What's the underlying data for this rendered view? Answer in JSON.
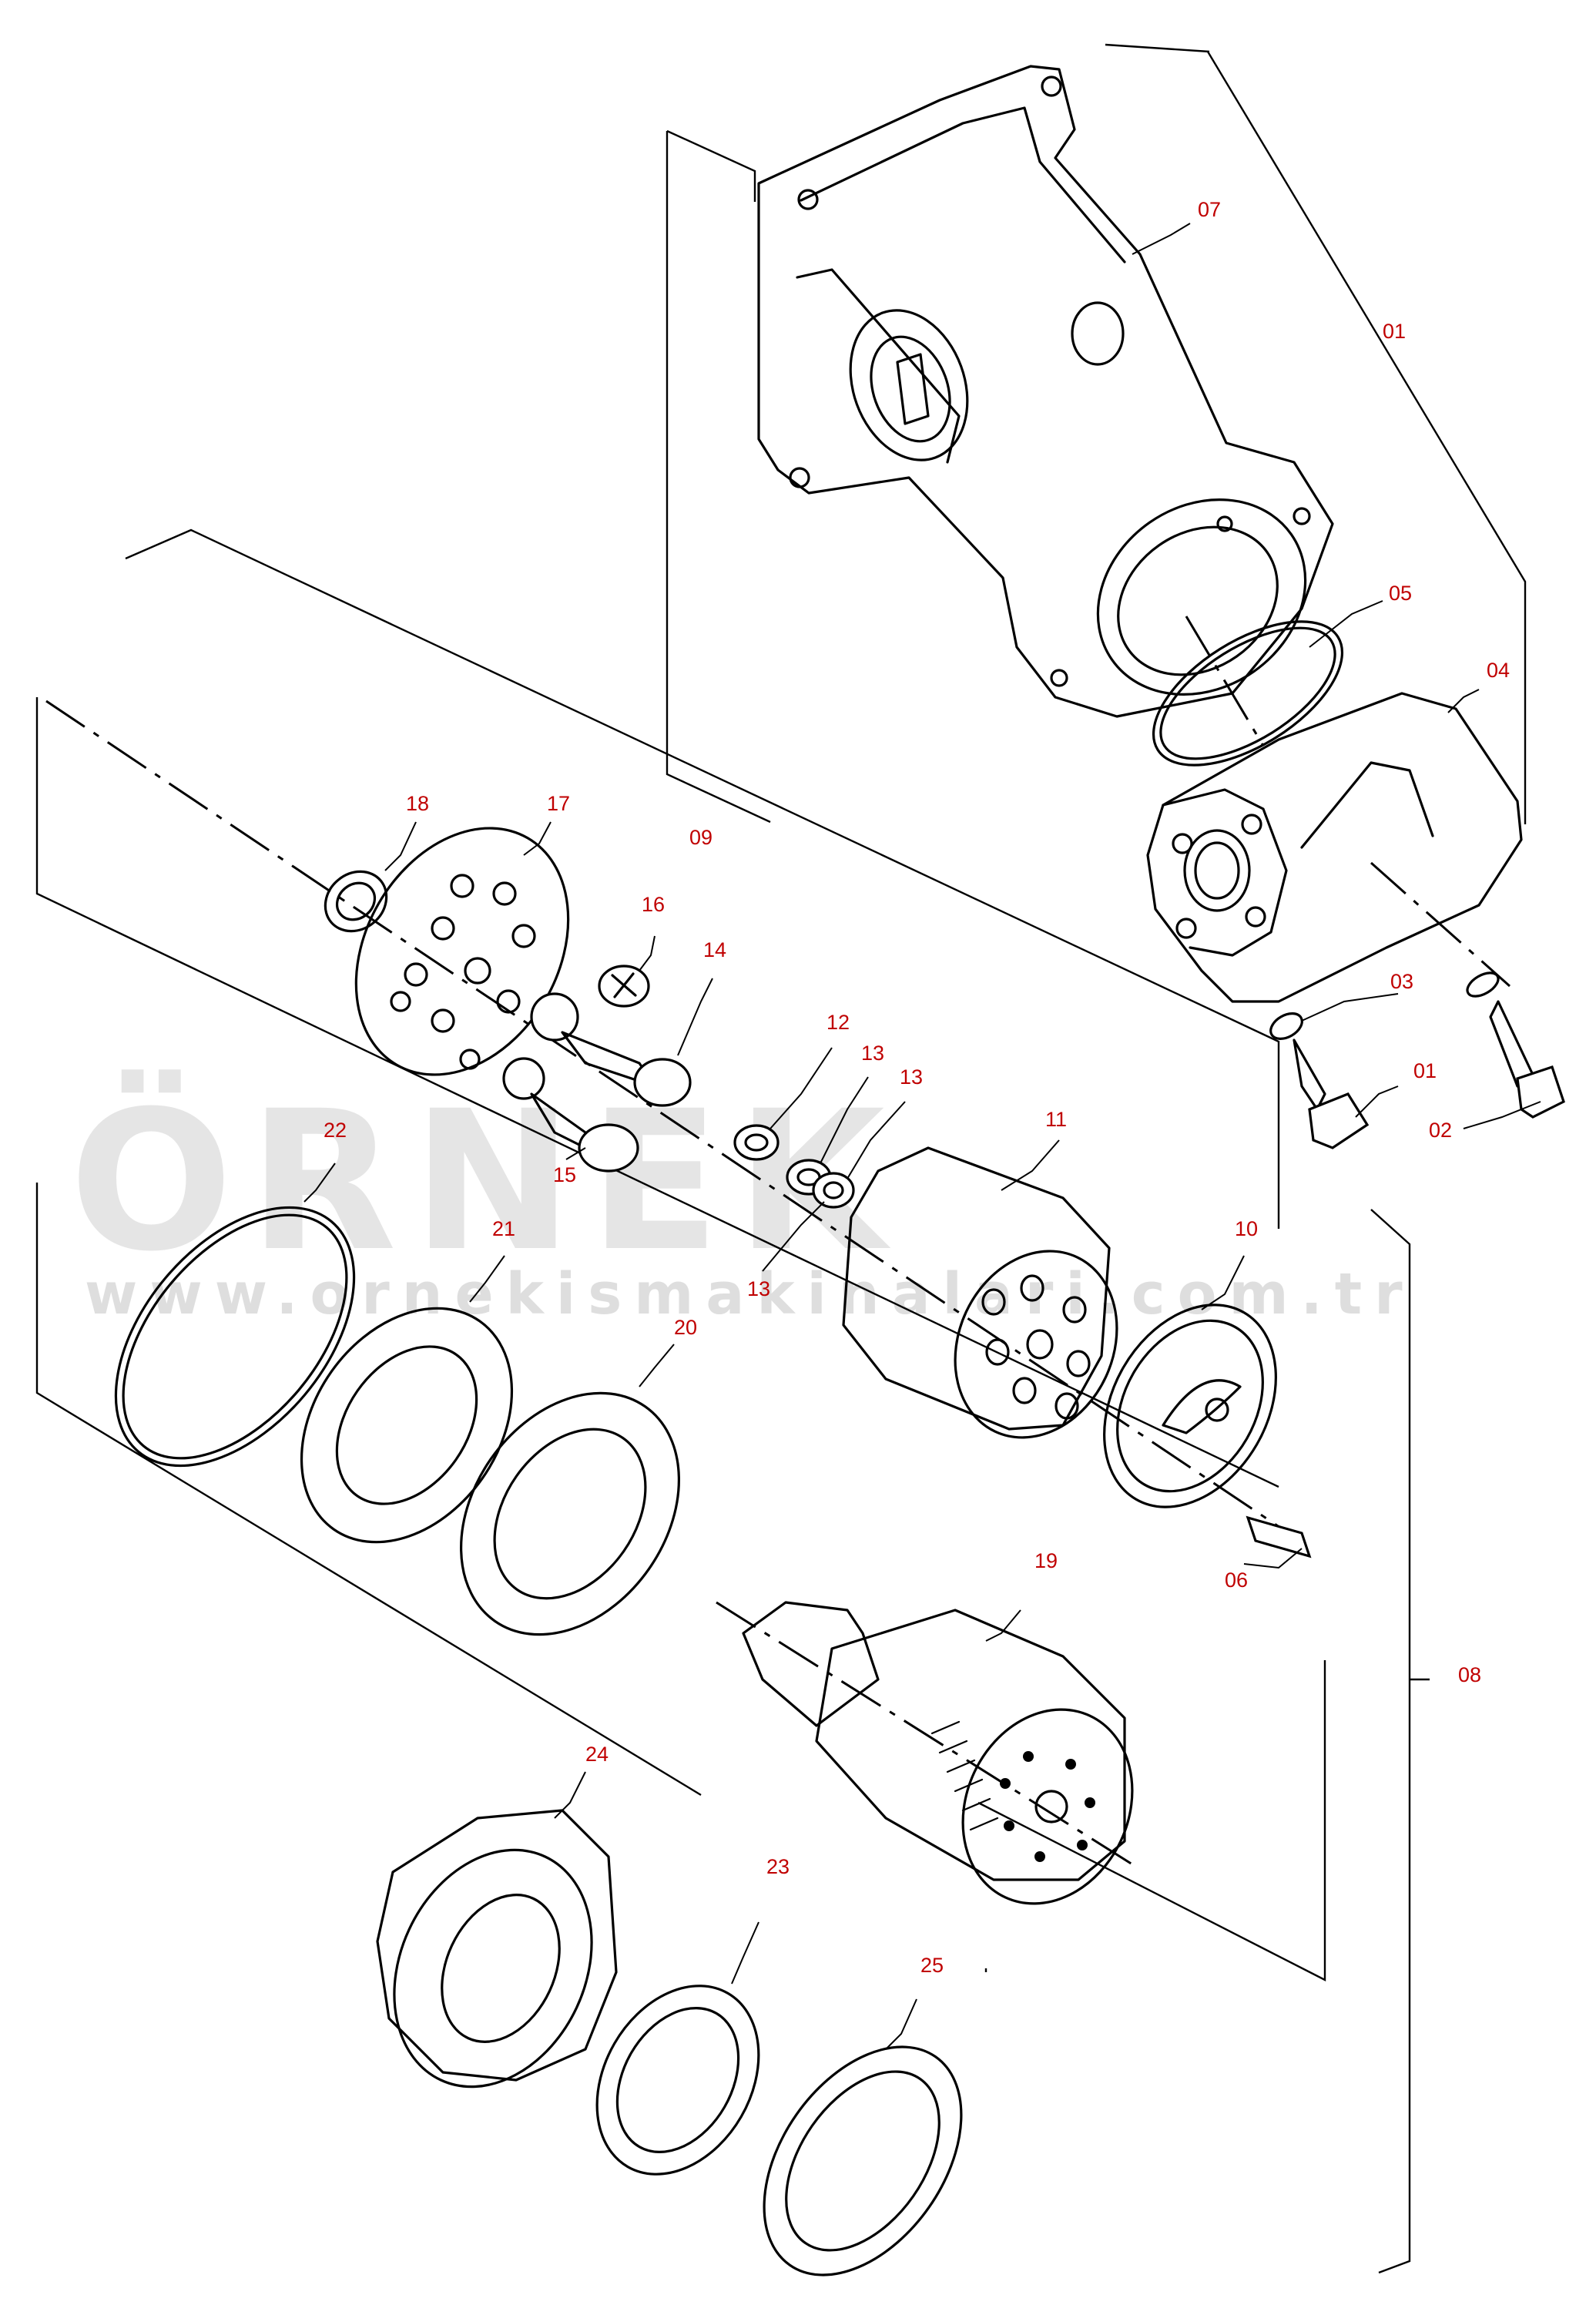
{
  "watermark": {
    "brand": "ÖRNEK",
    "url": "www.ornekismakinalari.com.tr"
  },
  "callouts": [
    {
      "id": "c07",
      "text": "07"
    },
    {
      "id": "c01a",
      "text": "01"
    },
    {
      "id": "c05",
      "text": "05"
    },
    {
      "id": "c04",
      "text": "04"
    },
    {
      "id": "c03",
      "text": "03"
    },
    {
      "id": "c01b",
      "text": "01"
    },
    {
      "id": "c02",
      "text": "02"
    },
    {
      "id": "c18",
      "text": "18"
    },
    {
      "id": "c17",
      "text": "17"
    },
    {
      "id": "c09",
      "text": "09"
    },
    {
      "id": "c16",
      "text": "16"
    },
    {
      "id": "c14",
      "text": "14"
    },
    {
      "id": "c15",
      "text": "15"
    },
    {
      "id": "c12",
      "text": "12"
    },
    {
      "id": "c13a",
      "text": "13"
    },
    {
      "id": "c13b",
      "text": "13"
    },
    {
      "id": "c13c",
      "text": "13"
    },
    {
      "id": "c11",
      "text": "11"
    },
    {
      "id": "c10",
      "text": "10"
    },
    {
      "id": "c22",
      "text": "22"
    },
    {
      "id": "c21",
      "text": "21"
    },
    {
      "id": "c20",
      "text": "20"
    },
    {
      "id": "c06",
      "text": "06"
    },
    {
      "id": "c19",
      "text": "19"
    },
    {
      "id": "c08",
      "text": "08"
    },
    {
      "id": "c24",
      "text": "24"
    },
    {
      "id": "c23",
      "text": "23"
    },
    {
      "id": "c25",
      "text": "25"
    }
  ]
}
